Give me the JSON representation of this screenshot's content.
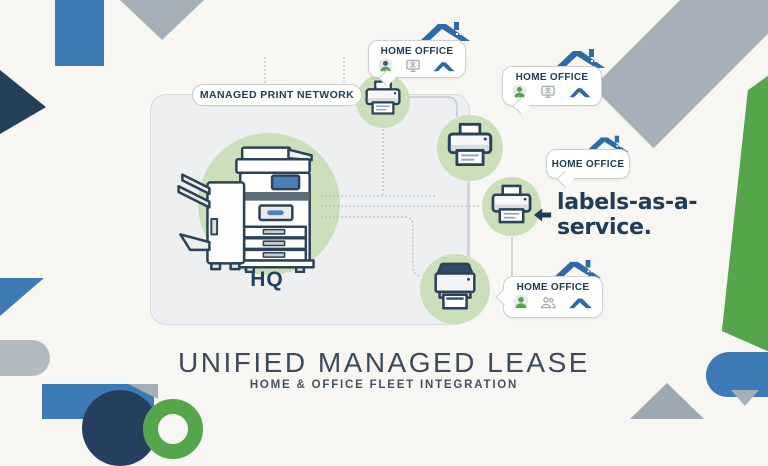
{
  "network_panel": {
    "label": "MANAGED PRINT NETWORK",
    "hq_label": "HQ"
  },
  "bubbles": [
    {
      "label": "HOME OFFICE",
      "icons": [
        "person-avatar",
        "monitor-user",
        "blue-roof"
      ]
    },
    {
      "label": "HOME OFFICE",
      "icons": [
        "person-avatar",
        "monitor-user",
        "blue-roof"
      ]
    },
    {
      "label": "HOME OFFICE",
      "icons": []
    },
    {
      "label": "HOME OFFICE",
      "icons": [
        "person-avatar",
        "user-group",
        "blue-roof"
      ]
    }
  ],
  "printers": [
    {
      "name": "home-printer-1"
    },
    {
      "name": "home-printer-2"
    },
    {
      "name": "home-printer-3"
    },
    {
      "name": "label-printer-4"
    }
  ],
  "callout": {
    "text": "labels-as-a-service.",
    "icon": "left-arrow"
  },
  "footer": {
    "title": "UNIFIED MANAGED LEASE",
    "subtitle": "HOME & OFFICE FLEET INTEGRATION"
  },
  "colors": {
    "background": "#f7f6f3",
    "accent_blue": "#3d7ab7",
    "navy": "#24405e",
    "green": "#55a54b",
    "light_green_circle": "#cbdfba",
    "gray_shape": "#a5afb8",
    "panel_bg": "#edeff1",
    "bubble_border": "#cdd0d3",
    "roof_blue": "#2e6ba6",
    "text_dark": "#223c55"
  }
}
